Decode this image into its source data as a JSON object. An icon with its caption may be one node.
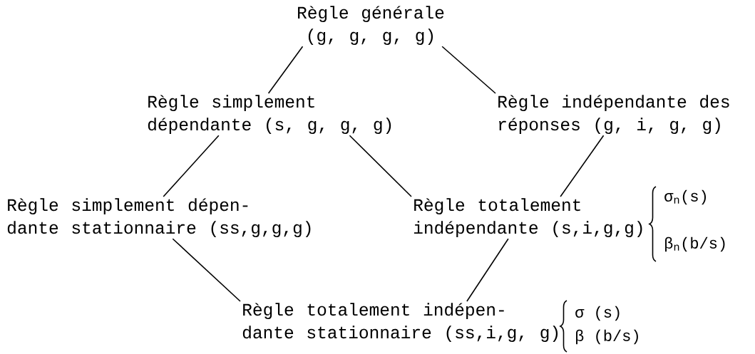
{
  "diagram": {
    "nodes": [
      {
        "text": [
          "Règle générale (g, g, g, g)"
        ]
      },
      {
        "text": [
          "Règle simplement dépendante (s, g, g, g)"
        ]
      },
      {
        "text": [
          "Règle indépendante des réponses (g, i, g, g)"
        ]
      },
      {
        "text": [
          "Règle simplement dépen- dante stationnaire (ss,g,g,g)"
        ]
      },
      {
        "text": [
          "Règle totalement indépendante (s,i,g,g)"
        ]
      },
      {
        "text": [
          "Règle totalement indépen- dante stationnaire (ss,i,g, g)"
        ]
      }
    ],
    "edges": [
      {
        "from": 0,
        "to": 1,
        "arrow": "none"
      },
      {
        "from": 0,
        "to": 2,
        "arrow": "none"
      },
      {
        "from": 1,
        "to": 3,
        "arrow": "none"
      },
      {
        "from": 1,
        "to": 4,
        "arrow": "none"
      },
      {
        "from": 2,
        "to": 4,
        "arrow": "none"
      },
      {
        "from": 3,
        "to": 5,
        "arrow": "none"
      },
      {
        "from": 4,
        "to": 5,
        "arrow": "none"
      }
    ],
    "labels": [
      "σ$_{n}$(s)",
      "β$_{n}$(b/s)",
      "σ (s)",
      "β (b/s)"
    ]
  }
}
